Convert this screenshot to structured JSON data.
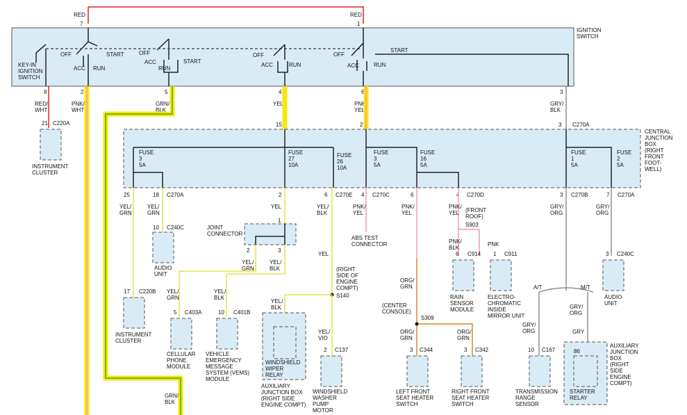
{
  "colors": {
    "red": "#e02020",
    "pink": "#f29ab8",
    "yellow": "#e4e44a",
    "green": "#38a838",
    "gray": "#909090",
    "orange": "#d88a1e",
    "highlight_yellow": "#ffe600",
    "module_fill": "#d9ecf6"
  },
  "top": {
    "red_left": "RED",
    "red_right": "RED",
    "pin_7": "7",
    "pin_1": "1"
  },
  "ignition": {
    "title": "IGNITION\nSWITCH",
    "key_in": "KEY-IN\nIGNITION\nSWITCH",
    "off": "OFF",
    "acc": "ACC",
    "run": "RUN",
    "start": "START"
  },
  "outputs": [
    {
      "pin": "8",
      "wire": "RED/\nWHT"
    },
    {
      "pin": "2",
      "wire": "PNK/\nWHT"
    },
    {
      "pin": "5",
      "wire": "GRN/\nBLK"
    },
    {
      "pin": "4",
      "wire": "YEL"
    },
    {
      "pin": "6",
      "wire": "PNK/\nYEL"
    },
    {
      "pin": "3",
      "wire": "GRY/\nBLK"
    }
  ],
  "instrument_top": {
    "pin": "21",
    "conn": "C220A",
    "label": "INSTRUMENT\nCLUSTER"
  },
  "cjb": {
    "title": "CENTRAL\nJUNCTION\nBOX\n(RIGHT\nFRONT\nFOOT-\nWELL)",
    "in_pins": [
      {
        "pin": "15",
        "conn": ""
      },
      {
        "pin": "2",
        "conn": ""
      },
      {
        "pin": "3",
        "conn": "C270A"
      }
    ],
    "fuses": [
      {
        "label": "FUSE\n3\n5A"
      },
      {
        "label": "FUSE\n27\n10A"
      },
      {
        "label": "FUSE\n26\n10A"
      },
      {
        "label": "FUSE\n3\n5A"
      },
      {
        "label": "FUSE\n16\n5A"
      },
      {
        "label": "FUSE\n1\n5A"
      },
      {
        "label": "FUSE\n2\n5A"
      }
    ],
    "out_pins": [
      {
        "pin": "25",
        "conn": ""
      },
      {
        "pin": "18",
        "conn": "C270A"
      },
      {
        "pin": "2",
        "conn": ""
      },
      {
        "pin": "6",
        "conn": "C270E"
      },
      {
        "pin": "4",
        "conn": "C270C"
      },
      {
        "pin": "6",
        "conn": ""
      },
      {
        "pin": "4",
        "conn": "C270D"
      },
      {
        "pin": "3",
        "conn": "C270B"
      },
      {
        "pin": "7",
        "conn": "C270A"
      }
    ]
  },
  "wires_mid": {
    "yel_grn_a": "YEL/\nGRN",
    "yel_grn_b": "YEL/\nGRN",
    "yel": "YEL",
    "yel_blk": "YEL/\nBLK",
    "pnk_yel_c": "PNK/\nYEL",
    "pnk_yel_d": "PNK/\nYEL",
    "pnk_yel_e": "PNK/\nYEL",
    "front_roof": "(FRONT\nROOF)",
    "gry_org_a": "GRY/\nORG",
    "gry_org_b": "GRY/\nORG"
  },
  "audio_left": {
    "pin": "10",
    "conn": "C240C",
    "label": "AUDIO\nUNIT"
  },
  "joint": {
    "label": "JOINT\nCONNECTOR",
    "pin1": "1",
    "pin2": "2",
    "pin3": "3"
  },
  "joint_out": {
    "left": "YEL/\nGRN",
    "right": "YEL/\nBLK"
  },
  "abs": {
    "label": "ABS TEST\nCONNECTOR"
  },
  "s903": {
    "label": "S903"
  },
  "pnk_blk": "PNK/\nBLK",
  "pnk": "PNK",
  "rain": {
    "pin": "6",
    "conn": "C914",
    "label": "RAIN\nSENSOR\nMODULE"
  },
  "mirror": {
    "pin": "1",
    "conn": "C911",
    "label": "ELECTRO-\nCHROMATIC\nINSIDE\nMIRROR UNIT"
  },
  "audio_right": {
    "pin": "3",
    "conn": "C240C",
    "label": "AUDIO\nUNIT"
  },
  "yel_right": "YEL",
  "right_side": "(RIGHT\nSIDE OF\nENGINE\nCOMPT)",
  "s140": "S140",
  "yel_blk_wiper": "YEL/\nBLK",
  "org_grn_top": "ORG/\nGRN",
  "center_console": "(CENTER\nCONSOLE)",
  "s309": "S309",
  "org_grn_left": "ORG/\nGRN",
  "org_grn_right": "ORG/\nGRN",
  "at": "A/T",
  "mt": "M/T",
  "gry_org_lower": "GRY/\nORG",
  "gry_org_at": "GRY/\nORG",
  "gry": "GRY",
  "grn_blk_bottom": "GRN/\nBLK",
  "yel_grn_inst": "YEL/\nGRN",
  "yel_blk_vems": "YEL/\nBLK",
  "yel_vio": "YEL/\nVIO",
  "modules": {
    "instrument_b": {
      "pin": "17",
      "conn": "C220B",
      "label": "INSTRUMENT\nCLUSTER"
    },
    "cellular": {
      "pin": "5",
      "conn": "C403A",
      "label": "CELLULAR\nPHONE\nMODULE"
    },
    "vems": {
      "pin": "10",
      "conn": "C401B",
      "label": "VEHICLE\nEMERGENCY\nMESSAGE\nSYSTEM (VEMS)\nMODULE"
    },
    "wiper": {
      "relay": "WINDSHIELD\nWIPER\nRELAY",
      "box": "AUXILIARY\nJUNCTION BOX\n(RIGHT SIDE\nENGINE COMPT)"
    },
    "washer": {
      "pin": "2",
      "conn": "C137",
      "label": "WINDSHIELD\nWASHER\nPUMP\nMOTOR"
    },
    "left_seat": {
      "pin": "3",
      "conn": "C344",
      "label": "LEFT FRONT\nSEAT HEATER\nSWITCH"
    },
    "right_seat": {
      "pin": "3",
      "conn": "C342",
      "label": "RIGHT FRONT\nSEAT HEATER\nSWITCH"
    },
    "trans": {
      "pin": "10",
      "conn": "C167",
      "label": "TRANSMISSION\nRANGE\nSENSOR"
    },
    "starter": {
      "pin": "86",
      "relay": "STARTER\nRELAY",
      "box": "AUXILIARY\nJUNCTION\nBOX\n(RIGHT\nSIDE\nENGINE\nCOMPT)"
    }
  }
}
